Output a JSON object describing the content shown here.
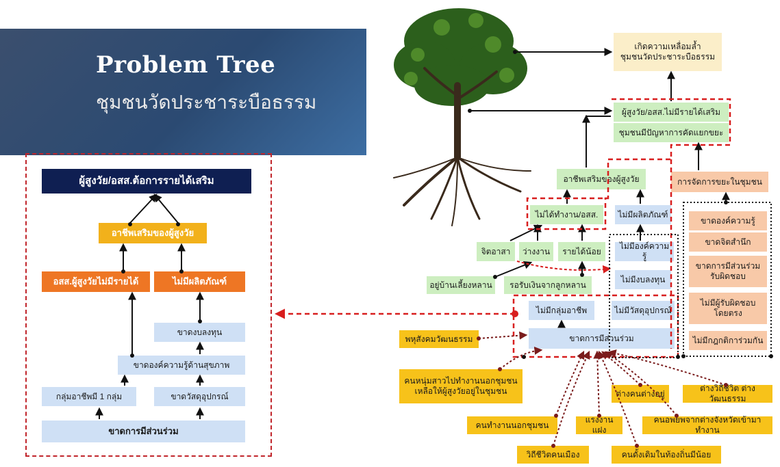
{
  "banner": {
    "title": "Problem Tree",
    "subtitle": "ชุมชนวัดประชาระบือธรรม"
  },
  "left_tree": {
    "top": "ผู้สูงวัย/อสส.ต้อการรายได้เสริม",
    "level2": "อาชีพเสริมของผู้สูงวัย",
    "level3_left": "อสส.ผู้สูงวัยไม่มีรายได้",
    "level3_right": "ไม่มีผลิตภัณฑ์",
    "no_capital": "ขาดงบลงทุน",
    "health_knowledge": "ขาดองค์ความรู้ด้านสุขภาพ",
    "one_group": "กลุ่มอาชีพมี 1 กลุ่ม",
    "no_material": "ขาดวัสดุอุปกรณ์",
    "bottom": "ขาดการมีส่วนร่วม"
  },
  "right_tree": {
    "inequality": "เกิดความเหลื่อมล้ำ\nชุมชนวัดประชาระบือธรรม",
    "problem1": "ผู้สูงวัย/อสส.ไม่มีรายได้เสริม",
    "problem2": "ชุมชนมีปัญหาการคัดแยกขยะ",
    "elder_career": "อาชีพเสริมของผู้สูงวัย",
    "waste_mgmt": "การจัดการขยะในชุมชน",
    "no_work": "ไม่ได้ทำงาน/อสส.",
    "no_product": "ไม่มีผลิตภัณฑ์",
    "mind": "จิตอาสา",
    "idle": "ว่างงาน",
    "low_income": "รายได้น้อย",
    "no_knowledge": "ไม่มีองค์ความรู้",
    "no_capital": "ไม่มีงบลงทุน",
    "no_material": "ไม่มีวัสดุอุปกรณ์",
    "raise_grandkids": "อยู่บ้านเลี้ยงหลาน",
    "wait_money": "รอรับเงินจากลูกหลาน",
    "no_group": "ไม่มีกลุ่มอาชีพ",
    "no_participation": "ขาดการมีส่วนร่วม",
    "lack_knowledge": "ขาดองค์ความรู้",
    "lack_awareness": "ขาดจิตสำนึก",
    "lack_share": "ขาดการมีส่วนร่วม\nรับผิดชอบ",
    "no_direct": "ไม่มีผู้รับผิดชอบ\nโดยตรง",
    "no_rules": "ไม่มีกฎกติการ่วมกัน",
    "society": "พหุสังคมวัฒนธรรม",
    "youth": "คนหนุ่มสาวไปทำงานนอกชุมชน\nเหลือให้ผู้สูงวัยอยู่ในชุมชน",
    "diverse_people": "ต่างคนต่างอยู่",
    "diverse_culture": "ต่างวิถีชีวิต ต่างวัฒนธรรม",
    "work_outside": "คนทำงานนอกชุมชน",
    "compete": "แรงงานแฝง",
    "migrants": "คนอพยพจากต่างจังหวัดเข้ามาทำงาน",
    "city_life": "วิถีชีวิตคนเมือง",
    "few_locals": "คนดั้งเดิมในท้องถิ่นมีน้อย"
  },
  "colors": {
    "navy": "#0f1f52",
    "gold": "#f2b11b",
    "orange": "#ee7624",
    "light_blue": "#cfe0f5",
    "light_green": "#cdeec0",
    "yellow": "#f7c21a",
    "red_dash": "#d81e1e"
  }
}
